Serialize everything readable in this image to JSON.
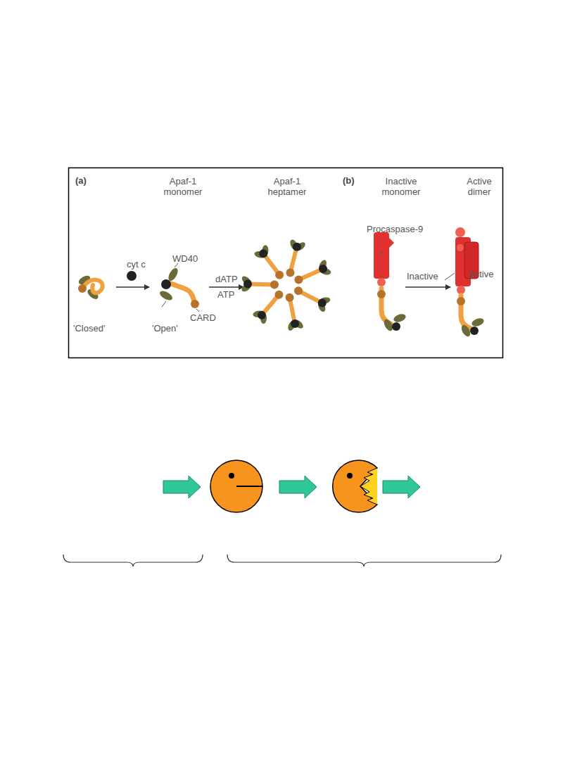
{
  "diagram": {
    "labels": [
      "(a)",
      "Apaf-1 monomer",
      "cyt c",
      "WD40",
      "CARD",
      "'Closed'",
      "'Open'",
      "dATP",
      "ATP",
      "Apaf-1 heptamer",
      "(b)",
      "Inactive monomer",
      "Active dimer",
      "Procaspase-9",
      "Inactive",
      "Active"
    ]
  }
}
